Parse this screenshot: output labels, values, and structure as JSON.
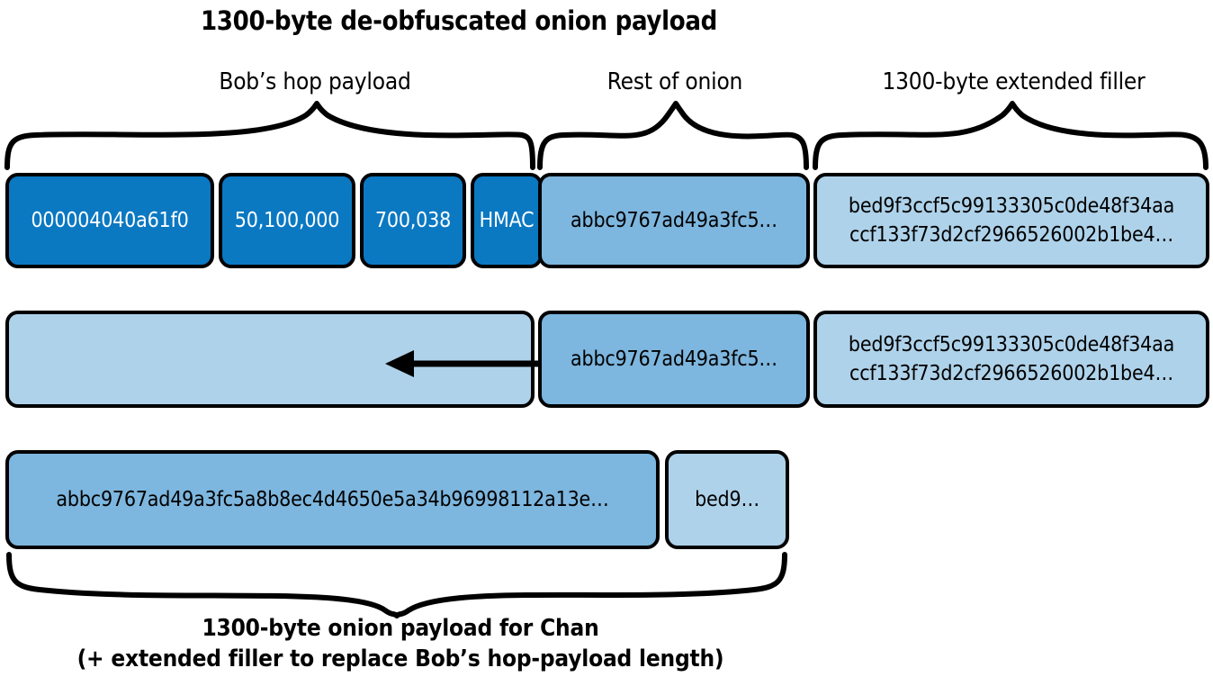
{
  "diagram": {
    "title": "1300-byte de-obfuscated onion payload",
    "bottom_caption_line1": "1300-byte onion payload for Chan",
    "bottom_caption_line2": "(+ extended filler to replace Bob’s hop-payload length)",
    "colors": {
      "dark_blue": "#0b78c2",
      "mid_blue": "#7db6de",
      "light_blue": "#aed2ea",
      "outline": "#000000",
      "background": "#ffffff"
    },
    "brace_labels": [
      {
        "id": "bobs-hop-payload",
        "text": "Bob’s hop payload"
      },
      {
        "id": "rest-of-onion",
        "text": "Rest of onion"
      },
      {
        "id": "extended-filler",
        "text": "1300-byte extended filler"
      }
    ],
    "rows": [
      {
        "id": "row-deobfuscated-payload",
        "segments": [
          {
            "id": "seg-hop-data",
            "text": "000004040a61f0",
            "shade": "dark"
          },
          {
            "id": "seg-amount",
            "text": "50,100,000",
            "shade": "dark"
          },
          {
            "id": "seg-cltv",
            "text": "700,038",
            "shade": "dark"
          },
          {
            "id": "seg-hmac",
            "text": "HMAC",
            "shade": "dark"
          },
          {
            "id": "seg-rest-of-onion",
            "text": "abbc9767ad49a3fc5…",
            "shade": "mid"
          },
          {
            "id": "seg-extended-filler",
            "text": "bed9f3ccf5c99133305c0de48f34aa ccf133f73d2cf2966526002b1be4…",
            "shade": "light",
            "line1": "bed9f3ccf5c99133305c0de48f34aa",
            "line2": "ccf133f73d2cf2966526002b1be4…"
          }
        ]
      },
      {
        "id": "row-shift-left",
        "segments": [
          {
            "id": "seg-empty-space",
            "text": "",
            "shade": "light"
          },
          {
            "id": "seg-rest-of-onion-2",
            "text": "abbc9767ad49a3fc5…",
            "shade": "mid"
          },
          {
            "id": "seg-extended-filler-2",
            "text": "bed9f3ccf5c99133305c0de48f34aa ccf133f73d2cf2966526002b1be4…",
            "shade": "light",
            "line1": "bed9f3ccf5c99133305c0de48f34aa",
            "line2": "ccf133f73d2cf2966526002b1be4…"
          }
        ]
      },
      {
        "id": "row-result-payload",
        "segments": [
          {
            "id": "seg-onion-for-chan",
            "text": "abbc9767ad49a3fc5a8b8ec4d4650e5a34b96998112a13e…",
            "shade": "mid"
          },
          {
            "id": "seg-filler-tail",
            "text": "bed9…",
            "shade": "light"
          }
        ]
      }
    ],
    "arrow": {
      "id": "shift-left-arrow",
      "direction": "left"
    }
  }
}
